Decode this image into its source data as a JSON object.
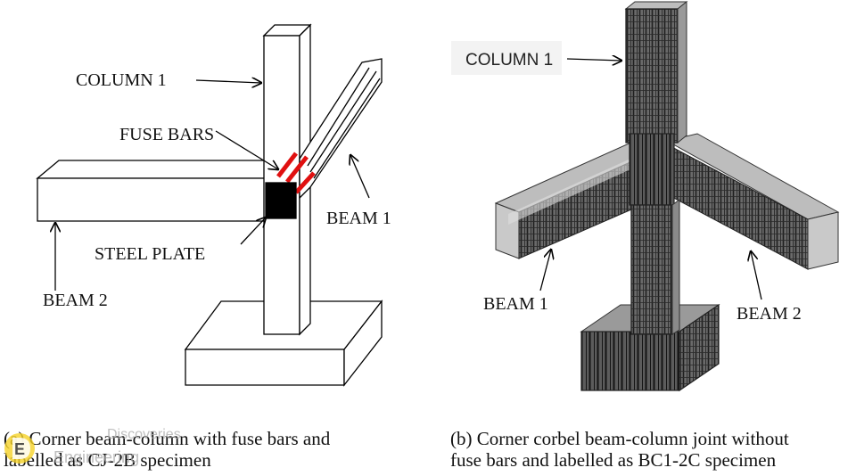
{
  "left_diagram": {
    "labels": {
      "column": "COLUMN 1",
      "fuse_bars": "FUSE BARS",
      "beam1": "BEAM 1",
      "steel_plate": "STEEL PLATE",
      "beam2": "BEAM 2"
    },
    "caption_line1": "(a) Corner beam-column with fuse bars and",
    "caption_line2": "labelled as CJ-2B specimen"
  },
  "right_diagram": {
    "labels": {
      "column": "COLUMN 1",
      "beam1": "BEAM 1",
      "beam2": "BEAM 2"
    },
    "caption_line1": "(b) Corner corbel beam-column joint without",
    "caption_line2": "fuse bars and labelled as BC1-2C specimen"
  },
  "watermark": {
    "line1": "Discoveries",
    "line2": "Engineering"
  },
  "colors": {
    "fuse_bars": "#e01010",
    "steel_plate": "#000000",
    "rebar_cage": "#333333"
  }
}
